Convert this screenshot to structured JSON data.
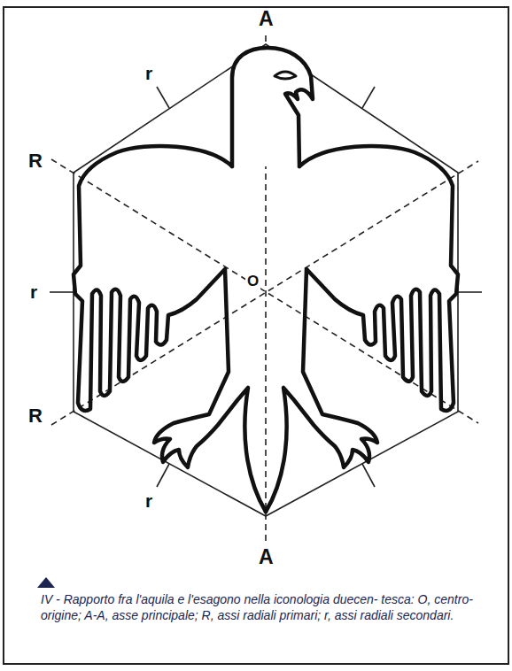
{
  "diagram": {
    "caption": "IV - Rapporto fra l'aquila e l'esagono nella iconologia duecen- tesca: O, centro-origine; A-A, asse principale; R, assi radiali primari; r, assi radiali secondari.",
    "labels": [
      "A",
      "r",
      "R",
      "O",
      "r",
      "R",
      "r",
      "A"
    ]
  }
}
